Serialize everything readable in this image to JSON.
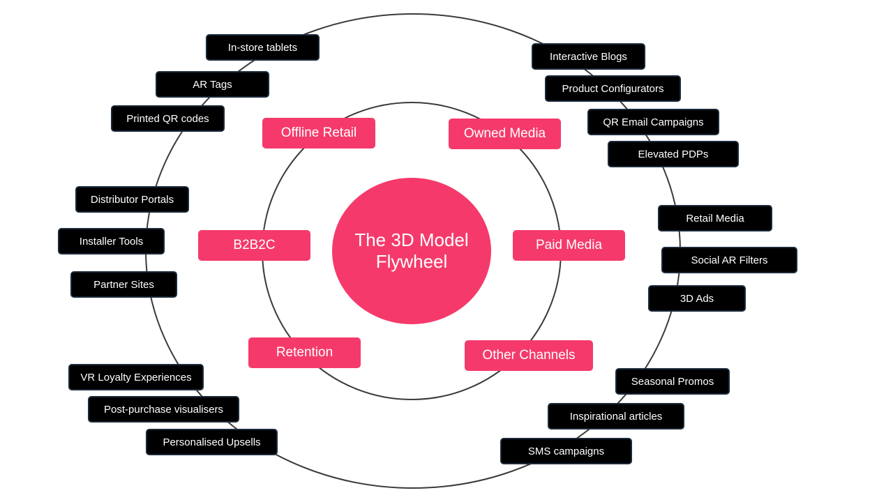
{
  "colors": {
    "accent": "#f53a6b",
    "tactic_bg": "#000000",
    "tactic_border": "#1c2a3a",
    "ring_stroke": "#3a3a3a",
    "text_light": "#ffffff"
  },
  "hub": {
    "title": "The 3D Model Flywheel"
  },
  "channels": [
    {
      "label": "Offline Retail"
    },
    {
      "label": "Owned Media"
    },
    {
      "label": "B2B2C"
    },
    {
      "label": "Paid Media"
    },
    {
      "label": "Retention"
    },
    {
      "label": "Other Channels"
    }
  ],
  "tactics": [
    {
      "label": "In-store tablets"
    },
    {
      "label": "AR Tags"
    },
    {
      "label": "Printed QR codes"
    },
    {
      "label": "Interactive Blogs"
    },
    {
      "label": "Product Configurators"
    },
    {
      "label": "QR Email Campaigns"
    },
    {
      "label": "Elevated PDPs"
    },
    {
      "label": "Distributor Portals"
    },
    {
      "label": "Installer Tools"
    },
    {
      "label": "Partner Sites"
    },
    {
      "label": "Retail Media"
    },
    {
      "label": "Social AR Filters"
    },
    {
      "label": "3D Ads"
    },
    {
      "label": "VR Loyalty Experiences"
    },
    {
      "label": "Post-purchase visualisers"
    },
    {
      "label": "Personalised Upsells"
    },
    {
      "label": "Seasonal Promos"
    },
    {
      "label": "Inspirational articles"
    },
    {
      "label": "SMS campaigns"
    }
  ]
}
